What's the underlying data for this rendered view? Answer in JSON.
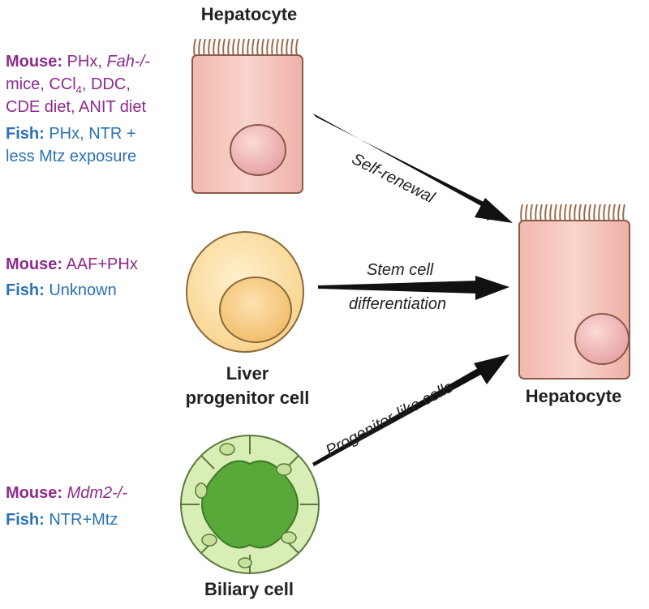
{
  "cells": {
    "top_hepatocyte": "Hepatocyte",
    "progenitor_line1": "Liver",
    "progenitor_line2": "progenitor cell",
    "biliary": "Biliary cell",
    "result_hepatocyte": "Hepatocyte"
  },
  "top_models": {
    "mouse_key": "Mouse:",
    "mouse_text_a": " PHx, ",
    "mouse_text_fah": "Fah-/-",
    "mouse_line2_a": "mice, CCl",
    "mouse_line2_sub": "4",
    "mouse_line2_b": ", DDC,",
    "mouse_line3": "CDE diet, ANIT diet",
    "fish_key": "Fish:",
    "fish_line1": " PHx, NTR +",
    "fish_line2": "less Mtz exposure"
  },
  "middle_models": {
    "mouse_key": "Mouse:",
    "mouse_text": " AAF+PHx",
    "fish_key": "Fish:",
    "fish_text": " Unknown"
  },
  "bottom_models": {
    "mouse_key": "Mouse:",
    "mouse_text": "Mdm2-/-",
    "fish_key": "Fish:",
    "fish_text": " NTR+Mtz"
  },
  "arrows": {
    "self_renewal": "Self-renewal",
    "stem_line1": "Stem cell",
    "stem_line2": "differentiation",
    "progenitor_like": "Progenitor-like cells"
  },
  "colors": {
    "mouse": "#8e2a8e",
    "fish": "#2a72b5",
    "hepatocyte_fill": "#f6c8c0",
    "progenitor_fill": "#fde0a8",
    "biliary_fill": "#d7ecb0",
    "biliary_lumen": "#5aa83a"
  }
}
